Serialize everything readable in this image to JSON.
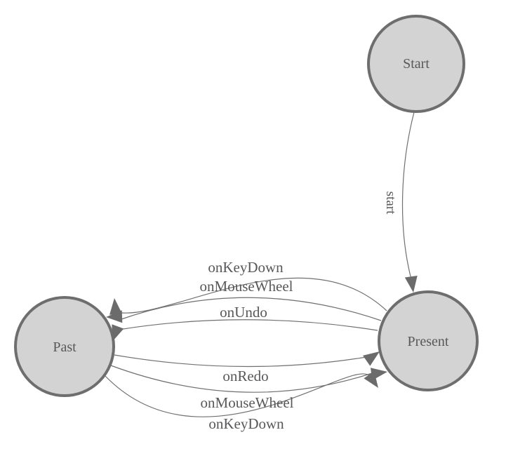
{
  "diagram": {
    "type": "state-machine-graph",
    "background_color": "#ffffff",
    "colors": {
      "node_fill": "#d3d3d3",
      "node_stroke": "#6e6e6e",
      "edge_stroke": "#707070",
      "arrow_fill": "#6b6b6b",
      "label_text": "#58585a"
    },
    "nodes": [
      {
        "id": "start",
        "label": "Start"
      },
      {
        "id": "past",
        "label": "Past"
      },
      {
        "id": "present",
        "label": "Present"
      }
    ],
    "edges": [
      {
        "from": "start",
        "to": "present",
        "label": "start"
      },
      {
        "from": "present",
        "to": "past",
        "label": "onKeyDown"
      },
      {
        "from": "present",
        "to": "past",
        "label": "onMouseWheel"
      },
      {
        "from": "present",
        "to": "past",
        "label": "onUndo"
      },
      {
        "from": "past",
        "to": "present",
        "label": "onRedo"
      },
      {
        "from": "past",
        "to": "present",
        "label": "onMouseWheel"
      },
      {
        "from": "past",
        "to": "present",
        "label": "onKeyDown"
      }
    ]
  }
}
